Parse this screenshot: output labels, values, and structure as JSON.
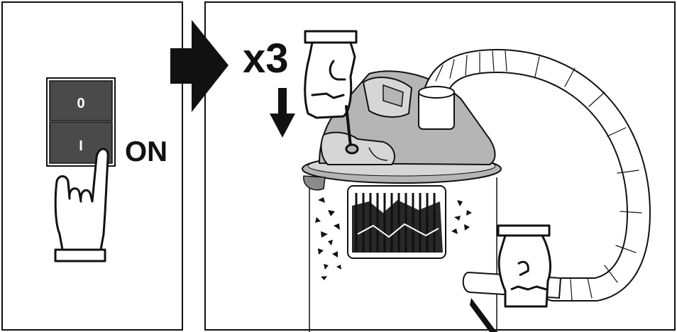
{
  "step1": {
    "switch_off_symbol": "0",
    "switch_on_symbol": "I",
    "on_label": "ON"
  },
  "step2": {
    "repeat_label": "x3"
  },
  "icons": [
    "hand-press-icon",
    "arrow-right-icon",
    "arrow-down-icon",
    "hand-grip-icon",
    "vacuum-cleaner-icon",
    "filter-icon",
    "hose-icon"
  ],
  "colors": {
    "line": "#111111",
    "switch_body": "#4a4a4a",
    "vacuum_lid": "#b5b5b5",
    "vacuum_lid_light": "#d6d6d6"
  }
}
